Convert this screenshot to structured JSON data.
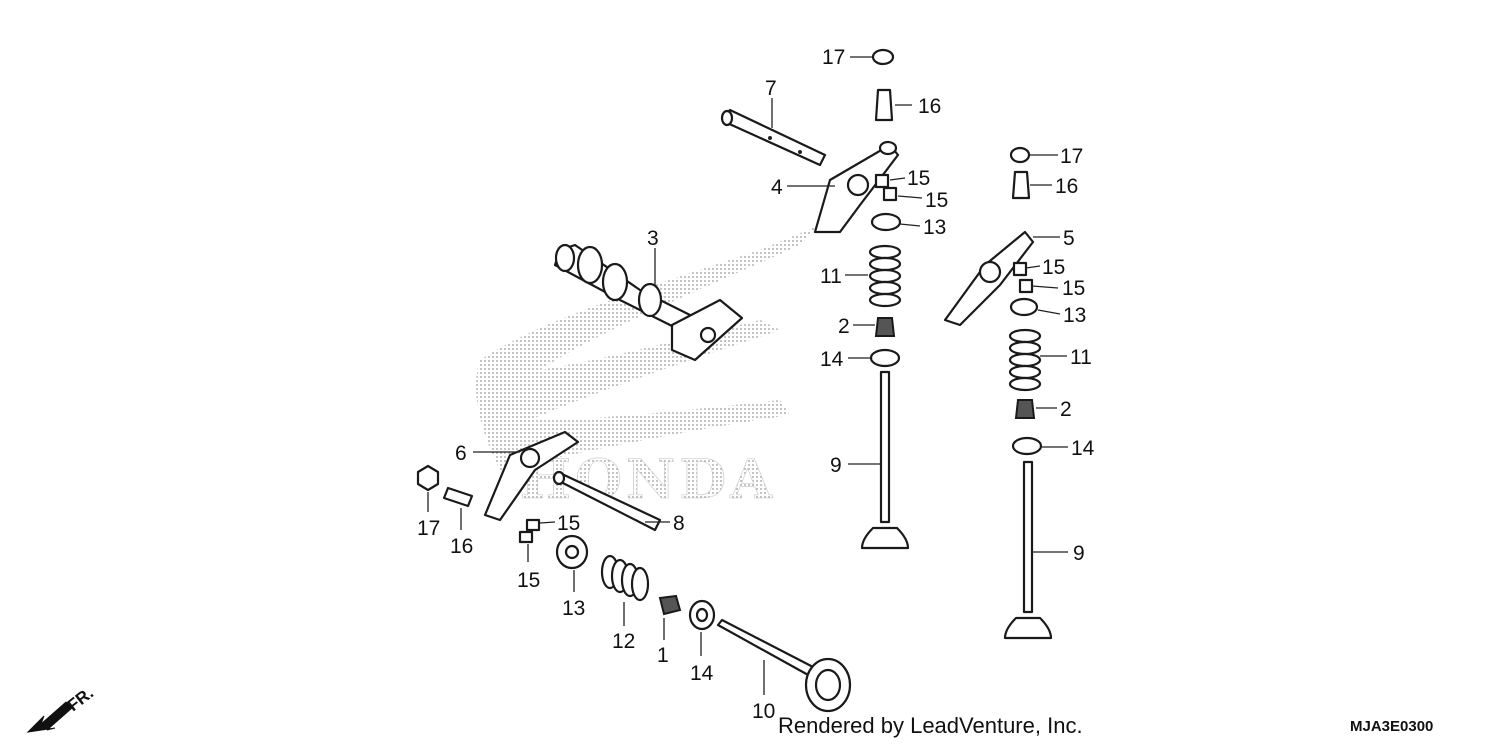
{
  "diagram": {
    "callouts": {
      "c17a": "17",
      "c16a": "16",
      "c7": "7",
      "c15a": "15",
      "c15b": "15",
      "c4": "4",
      "c13a": "13",
      "c3": "3",
      "c11a": "11",
      "c2a": "2",
      "c14a": "14",
      "c9a": "9",
      "c17b": "17",
      "c16b": "16",
      "c5": "5",
      "c15c": "15",
      "c15d": "15",
      "c13b": "13",
      "c11b": "11",
      "c2b": "2",
      "c14b": "14",
      "c9b": "9",
      "c6": "6",
      "c8": "8",
      "c17c": "17",
      "c16c": "16",
      "c15e": "15",
      "c15f": "15",
      "c13c": "13",
      "c12": "12",
      "c1": "1",
      "c14c": "14",
      "c10": "10"
    },
    "watermark": "HONDA",
    "direction_label": "FR.",
    "credit": "Rendered by LeadVenture, Inc.",
    "diagram_code": "MJA3E0300"
  }
}
